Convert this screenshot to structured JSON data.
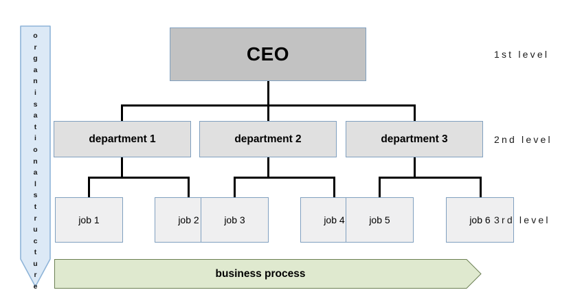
{
  "diagram": {
    "title": "organisational structure hierarchy diagram",
    "colors": {
      "ceo_fill": "#c2c2c2",
      "department_fill": "#e0e0e0",
      "job_fill": "#efeff0",
      "box_border": "#7f9fbf",
      "connector": "#000000",
      "org_arrow_fill": "#dce9f6",
      "org_arrow_border": "#8eb4d8",
      "process_arrow_fill": "#dfe9cf",
      "process_arrow_border": "#6b7f52",
      "text": "#1a1a1a",
      "background": "#ffffff"
    }
  },
  "org_arrow": {
    "text": "organisational structure",
    "line1": "organisational",
    "line2": "structure",
    "direction": "down"
  },
  "ceo": {
    "label": "CEO"
  },
  "departments": [
    {
      "label": "department 1"
    },
    {
      "label": "department 2"
    },
    {
      "label": "department 3"
    }
  ],
  "jobs": [
    {
      "label": "job 1"
    },
    {
      "label": "job 2"
    },
    {
      "label": "job 3"
    },
    {
      "label": "job 4"
    },
    {
      "label": "job 5"
    },
    {
      "label": "job 6"
    }
  ],
  "levels": [
    {
      "label": "1st level"
    },
    {
      "label": "2nd level"
    },
    {
      "label": "3rd level"
    }
  ],
  "process_arrow": {
    "label": "business process",
    "direction": "right"
  }
}
